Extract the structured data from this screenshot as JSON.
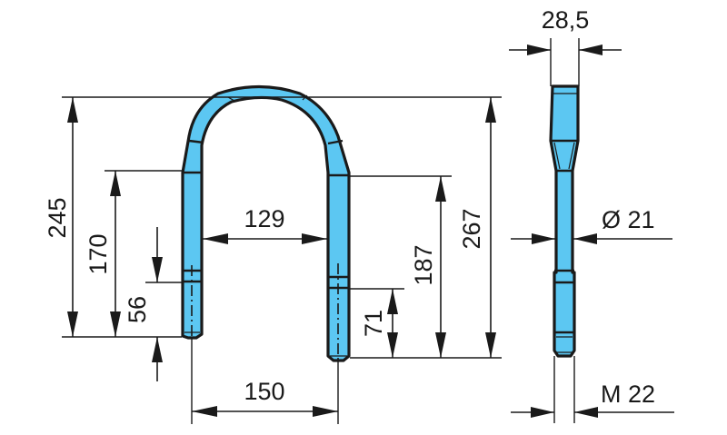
{
  "drawing": {
    "title": "U-bolt technical drawing",
    "part_color": "#5cc7f2",
    "line_color": "#1a1a1a",
    "front_view": {
      "dimensions": {
        "overall_height_left": "245",
        "overall_height_right": "267",
        "leg_straight_left": "170",
        "leg_straight_right": "187",
        "thread_length_left": "56",
        "thread_length_right": "71",
        "inner_width": "129",
        "center_distance": "150"
      }
    },
    "side_view": {
      "dimensions": {
        "bend_width": "28,5",
        "shank_diameter": "Ø 21",
        "thread_size": "M 22"
      }
    }
  }
}
